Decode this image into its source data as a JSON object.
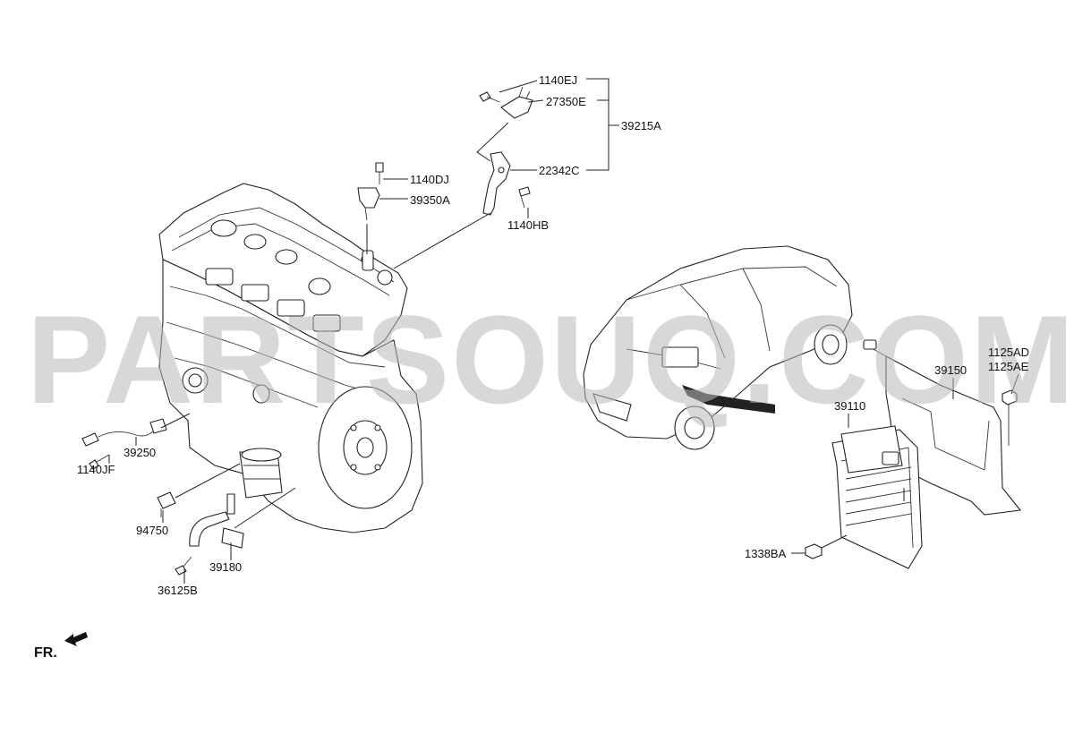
{
  "watermark": "PARTSOUQ.COM",
  "direction_label": "FR.",
  "labels": {
    "p1140EJ": "1140EJ",
    "p27350E": "27350E",
    "p39215A": "39215A",
    "p22342C": "22342C",
    "p1140DJ": "1140DJ",
    "p39350A": "39350A",
    "p1140HB": "1140HB",
    "p1125AD": "1125AD",
    "p1125AE": "1125AE",
    "p39150": "39150",
    "p39110": "39110",
    "p1338BA": "1338BA",
    "p39250": "39250",
    "p1140JF": "1140JF",
    "p94750": "94750",
    "p39180": "39180",
    "p36125B": "36125B"
  }
}
